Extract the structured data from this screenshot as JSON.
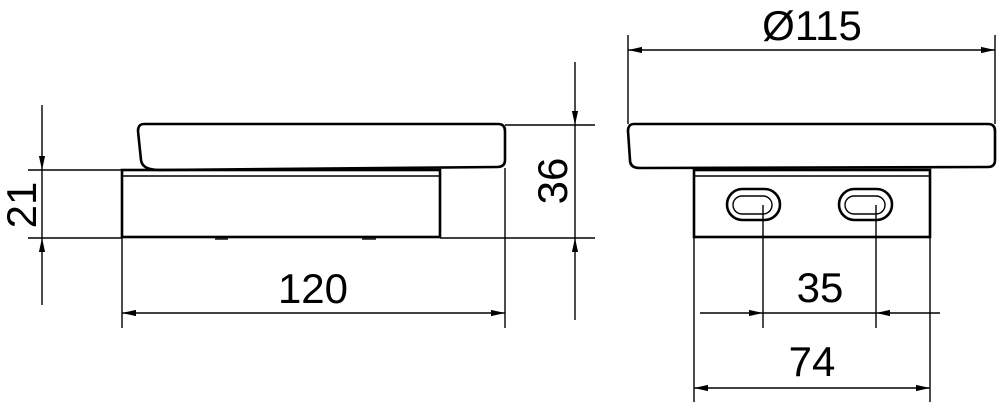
{
  "drawing": {
    "side_view": {
      "height_base": "21",
      "height_total": "36",
      "length": "120"
    },
    "front_view": {
      "diameter": "Ø115",
      "hole_spacing": "35",
      "base_width": "74"
    },
    "colors": {
      "line": "#000000",
      "background": "#ffffff"
    }
  }
}
